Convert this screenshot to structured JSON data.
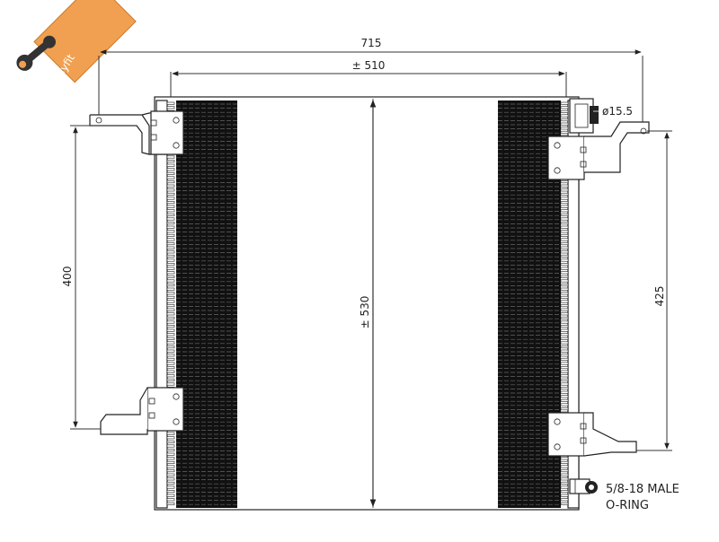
{
  "logo": {
    "text": "easyfit",
    "color": "#f0a050",
    "icon": "wrench-icon"
  },
  "dimensions": {
    "overall_width": "715",
    "core_width": "± 510",
    "core_height": "± 530",
    "left_bracket_spacing": "400",
    "right_bracket_spacing": "425",
    "pipe_diameter": "ø15.5"
  },
  "connection": {
    "line1": "5/8-18 MALE",
    "line2": "O-RING"
  },
  "colors": {
    "line": "#222222",
    "fins": "#111111",
    "logo_orange": "#f0a050"
  }
}
